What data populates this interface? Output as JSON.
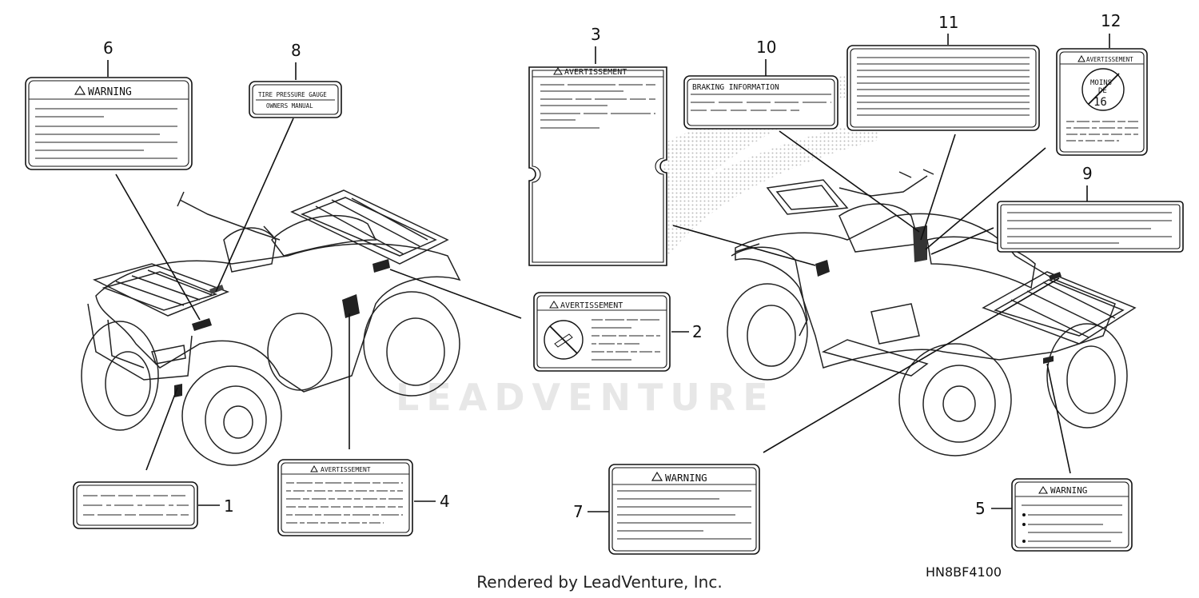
{
  "callouts": {
    "c1": "1",
    "c2": "2",
    "c3": "3",
    "c4": "4",
    "c5": "5",
    "c6": "6",
    "c7": "7",
    "c8": "8",
    "c9": "9",
    "c10": "10",
    "c11": "11",
    "c12": "12"
  },
  "labels": {
    "warning6": "WARNING",
    "warning7": "WARNING",
    "warning5": "WARNING",
    "avert3": "AVERTISSEMENT",
    "avert2": "AVERTISSEMENT",
    "avert4": "AVERTISSEMENT",
    "avert12": "AVERTISSEMENT",
    "tire_line1": "TIRE PRESSURE GAUGE",
    "tire_line2": "OWNERS MANUAL",
    "braking": "BRAKING INFORMATION",
    "age_line1": "MOINS",
    "age_line2": "DE",
    "age_line3": "16"
  },
  "watermark": "LEADVENTURE",
  "footer": "Rendered by LeadVenture, Inc.",
  "diagram_code": "HN8BF4100",
  "colors": {
    "ink": "#111111",
    "watermark": "#bbbbbb",
    "paper": "#ffffff"
  }
}
